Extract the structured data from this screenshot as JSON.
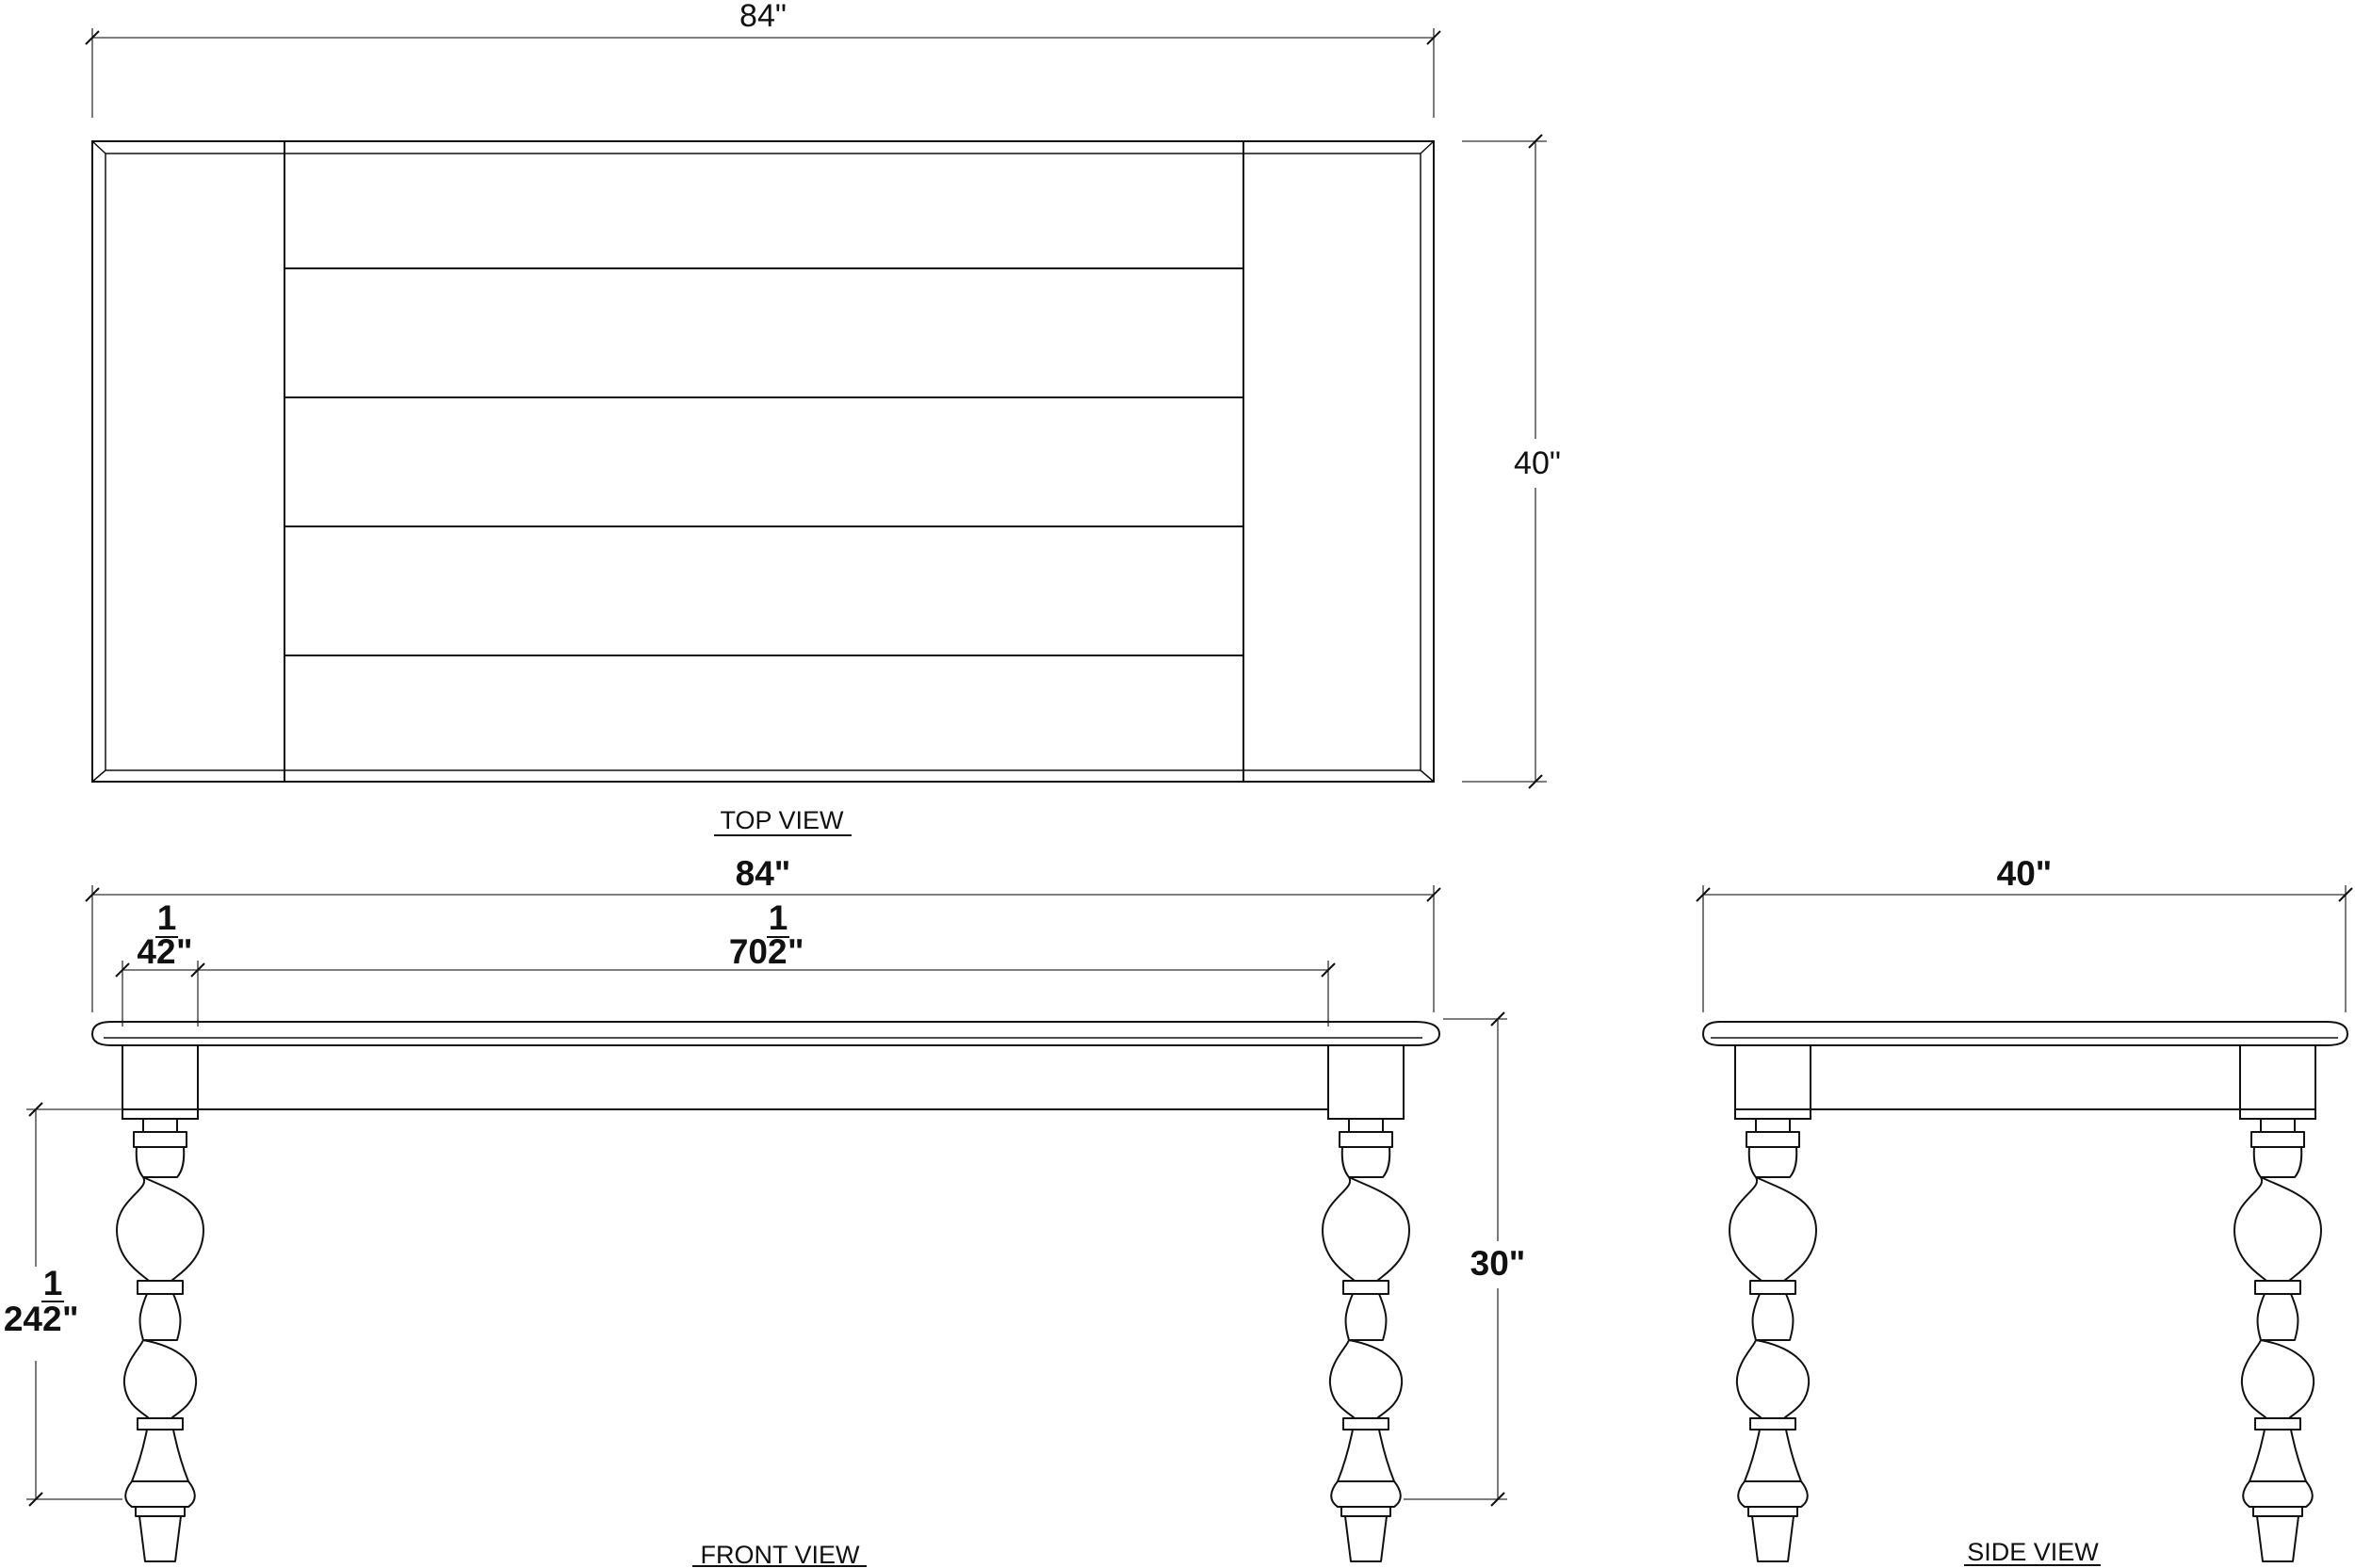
{
  "top_view": {
    "label": "TOP VIEW",
    "width_dim": "84\"",
    "depth_dim": "40\""
  },
  "front_view": {
    "label": "FRONT VIEW",
    "width_dim": "84\"",
    "leg_inset_dim": {
      "whole": "4",
      "num": "1",
      "den": "2",
      "unit": "\""
    },
    "inner_span_dim": {
      "whole": "70",
      "num": "1",
      "den": "2",
      "unit": "\""
    },
    "leg_height_dim": {
      "whole": "24",
      "num": "1",
      "den": "2",
      "unit": "\""
    },
    "height_dim": "30\""
  },
  "side_view": {
    "label": "SIDE VIEW",
    "width_dim": "40\""
  },
  "colors": {
    "line": "#111111",
    "background": "#ffffff"
  }
}
